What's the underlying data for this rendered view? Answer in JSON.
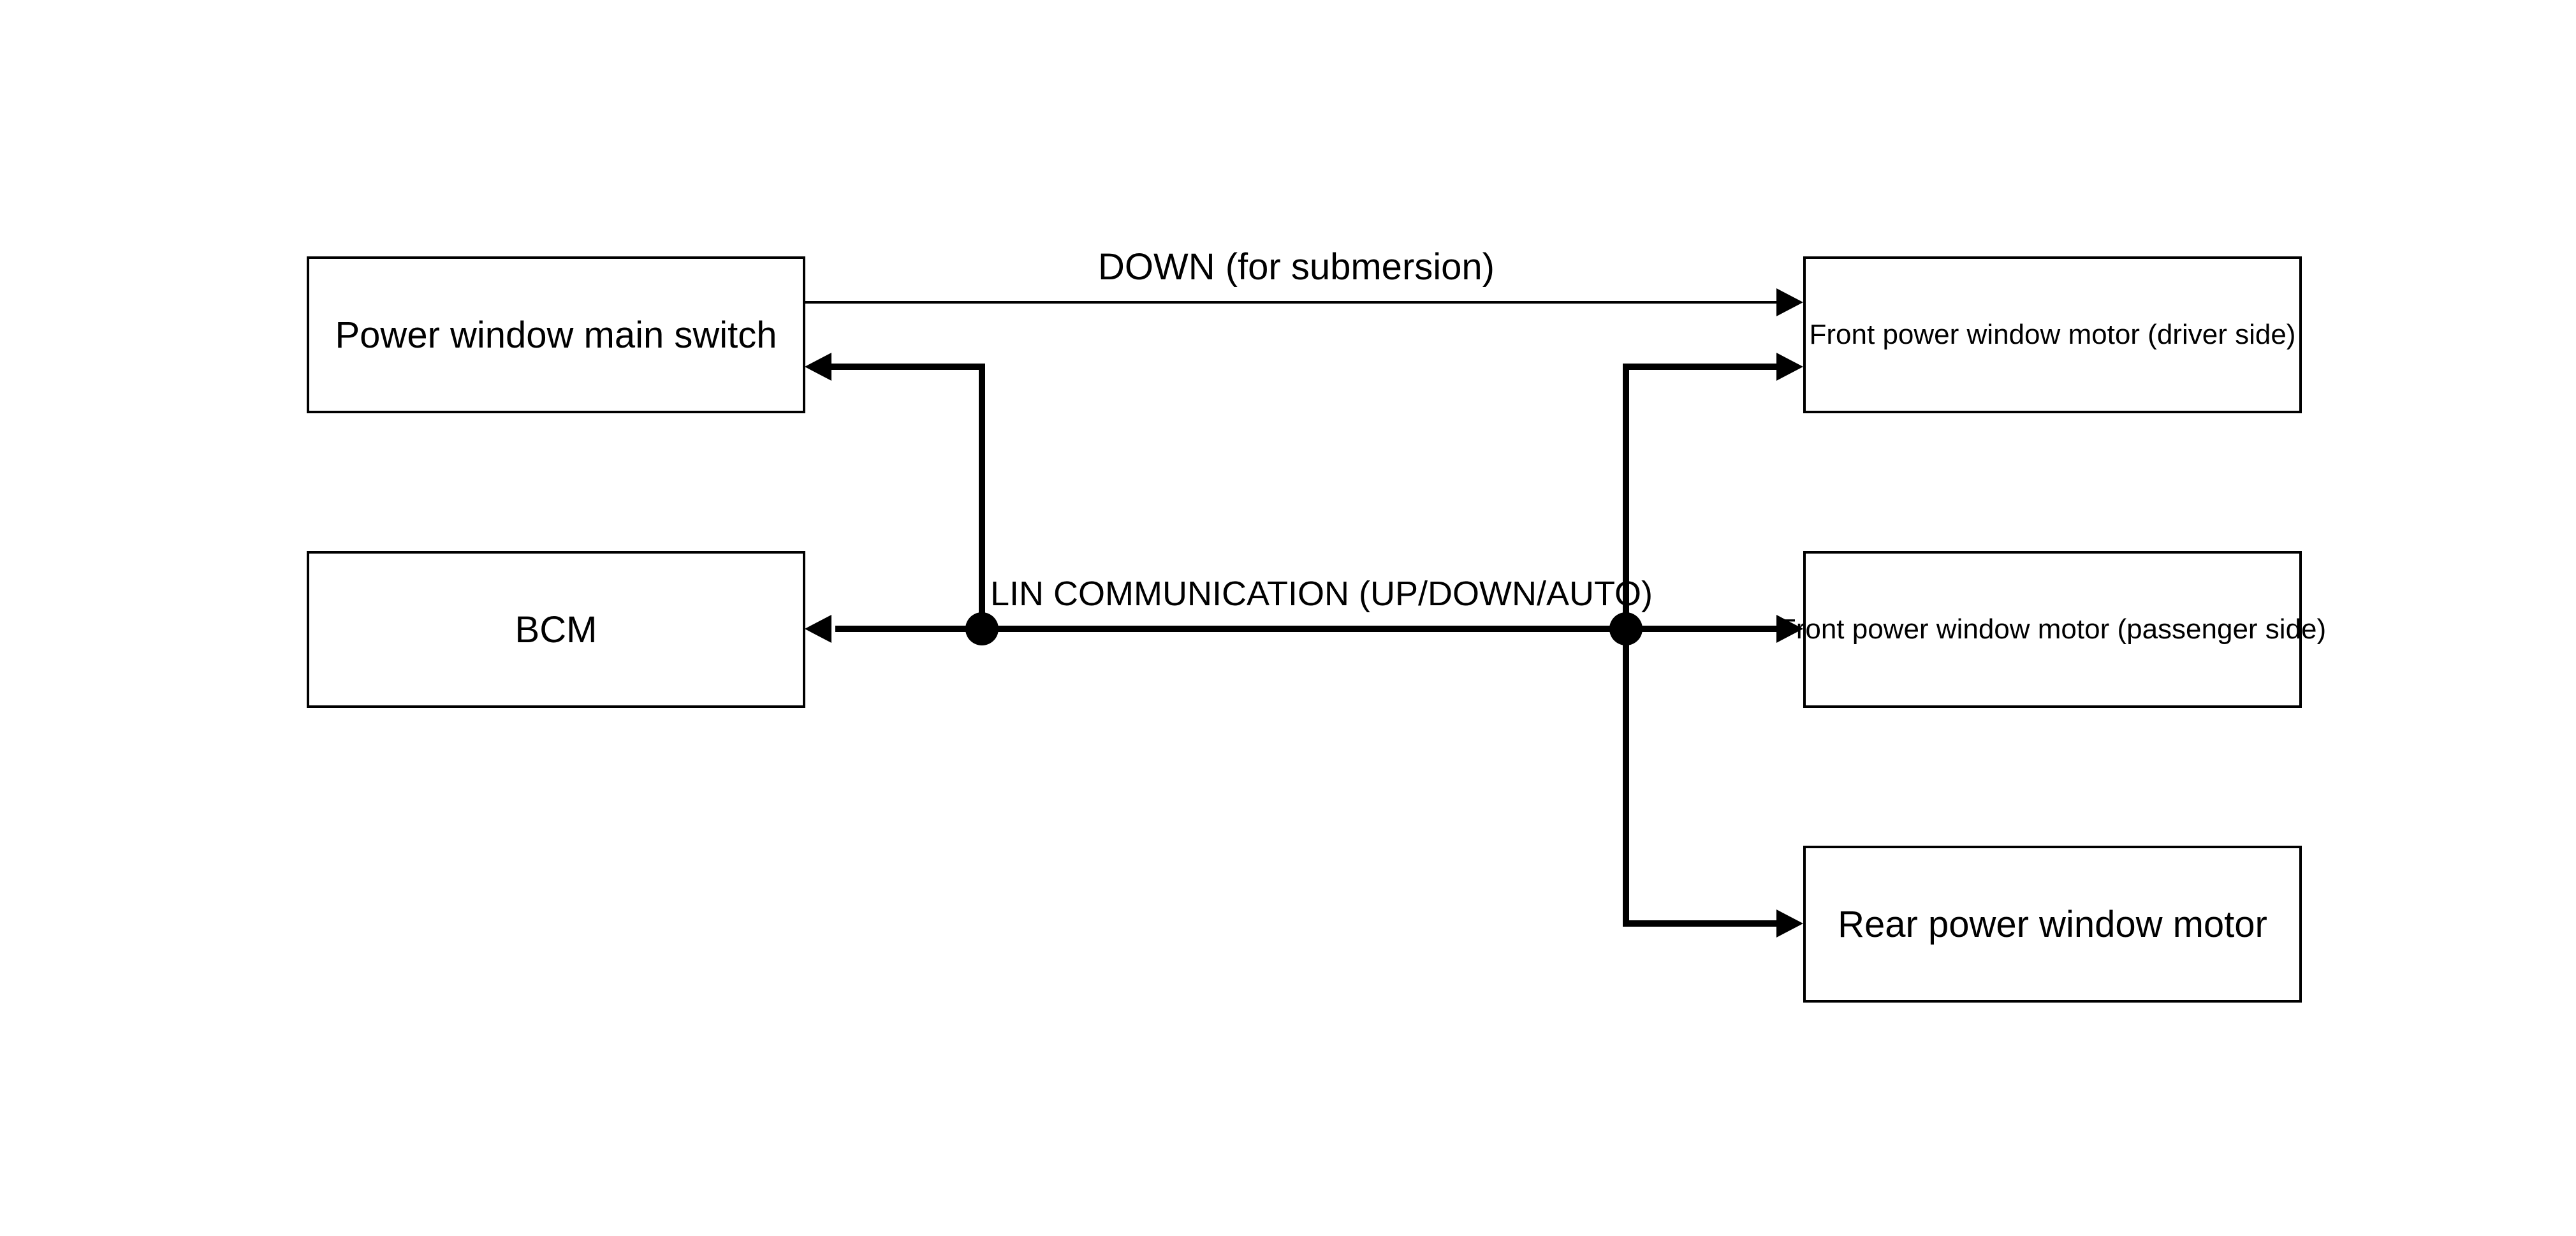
{
  "boxes": {
    "main_switch": "Power window main switch",
    "bcm": "BCM",
    "front_driver_motor": "Front power window motor (driver side)",
    "front_passenger_motor": "Front power window motor (passenger side)",
    "rear_motor": "Rear power window motor"
  },
  "signals": {
    "down_label": "DOWN (for submersion)",
    "lin_label": "LIN COMMUNICATION (UP/DOWN/AUTO)"
  },
  "colors": {
    "line": "#000000",
    "background": "#ffffff"
  }
}
